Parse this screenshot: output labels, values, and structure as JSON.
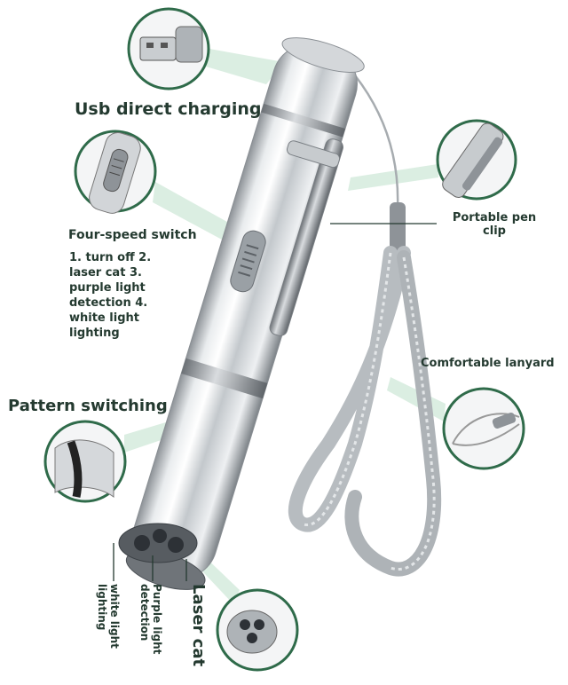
{
  "labels": {
    "usb": "Usb direct charging",
    "four_speed": "Four-speed switch",
    "speed_lines": [
      "1. turn off 2.",
      "laser cat 3.",
      "purple light",
      "detection 4.",
      "white light",
      "lighting"
    ],
    "pen_clip_line1": "Portable pen",
    "pen_clip_line2": "clip",
    "lanyard": "Comfortable lanyard",
    "pattern": "Pattern switching",
    "white_light_line1": "white light",
    "white_light_line2": "lighting",
    "purple_line1": "Purple light",
    "purple_line2": "detection",
    "laser_cat": "Laser cat"
  },
  "colors": {
    "accent_green": "#2f6b4a",
    "leader_line": "#b9dcc7",
    "text": "#243a30"
  },
  "icons": {
    "usb_detail": "usb-plug-icon",
    "switch_detail": "slide-switch-icon",
    "clip_detail": "pen-clip-icon",
    "lanyard_detail": "lanyard-icon",
    "pattern_detail": "rotary-ring-icon",
    "lens_detail": "triple-lens-icon"
  }
}
